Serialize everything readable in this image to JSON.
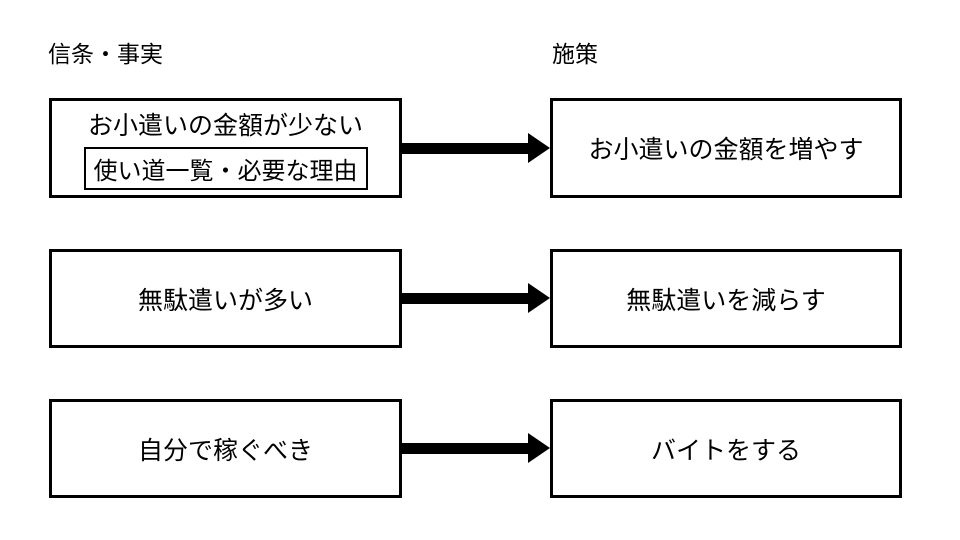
{
  "colors": {
    "background": "#ffffff",
    "line": "#000000",
    "text": "#000000"
  },
  "headers": {
    "beliefs": "信条・事実",
    "actions": "施策"
  },
  "rows": [
    {
      "belief": "お小遣いの金額が少ない",
      "belief_detail": "使い道一覧・必要な理由",
      "action": "お小遣いの金額を増やす"
    },
    {
      "belief": "無駄遣いが多い",
      "action": "無駄遣いを減らす"
    },
    {
      "belief": "自分で稼ぐべき",
      "action": "バイトをする"
    }
  ]
}
